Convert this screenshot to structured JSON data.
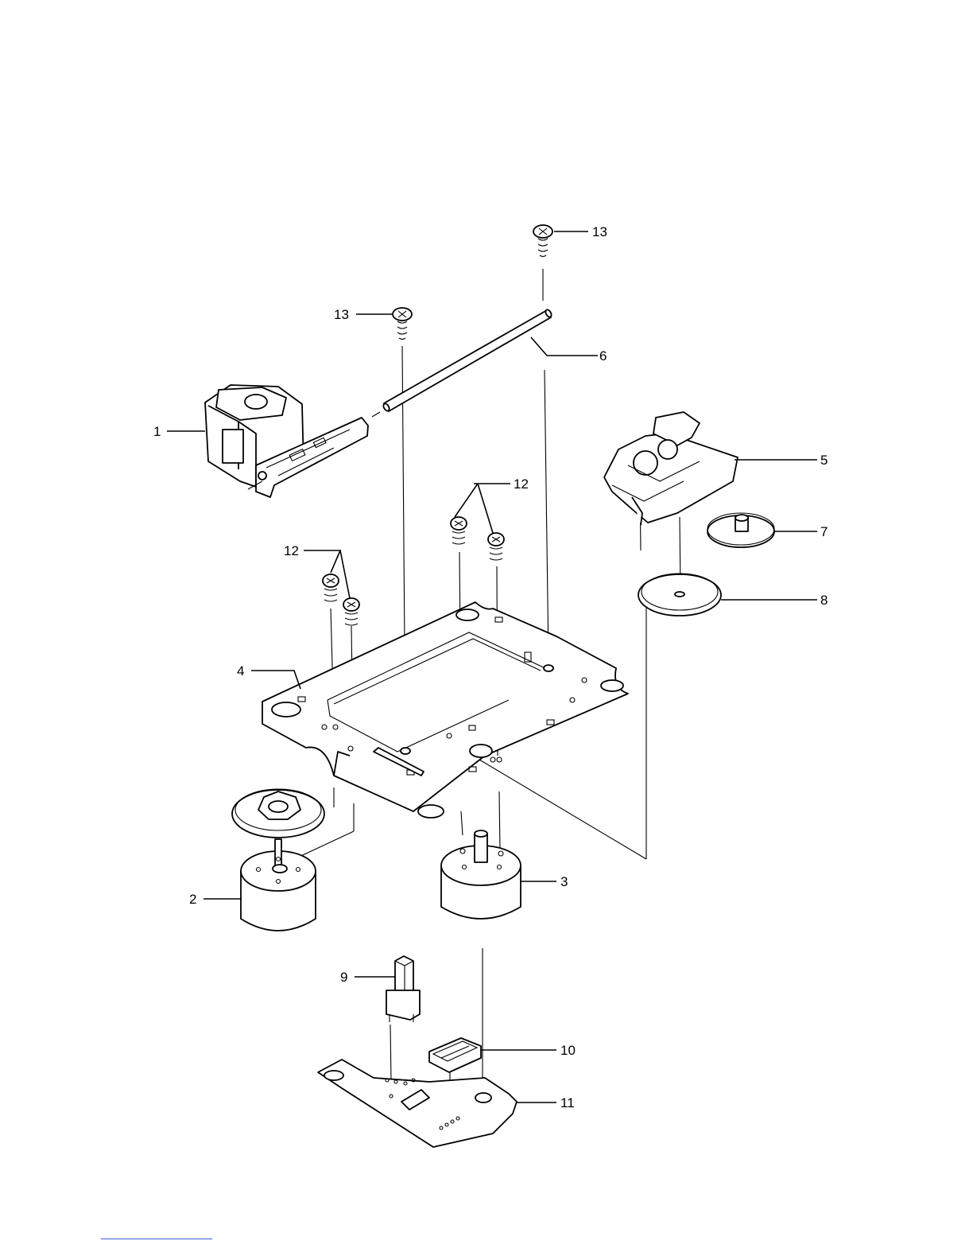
{
  "callouts": {
    "pickup": "1",
    "spindle_motor": "2",
    "sled_motor": "3",
    "chassis": "4",
    "gear_bracket": "5",
    "guide_shaft": "6",
    "pinion_gear": "7",
    "drive_gear": "8",
    "switch": "9",
    "connector": "10",
    "pcb": "11",
    "screws_chassis_left": "12",
    "screws_chassis_center": "12",
    "screw_left": "13",
    "screw_right": "13"
  },
  "colors": {
    "line": "#000000",
    "footer_rule": "#3b5bd6"
  }
}
